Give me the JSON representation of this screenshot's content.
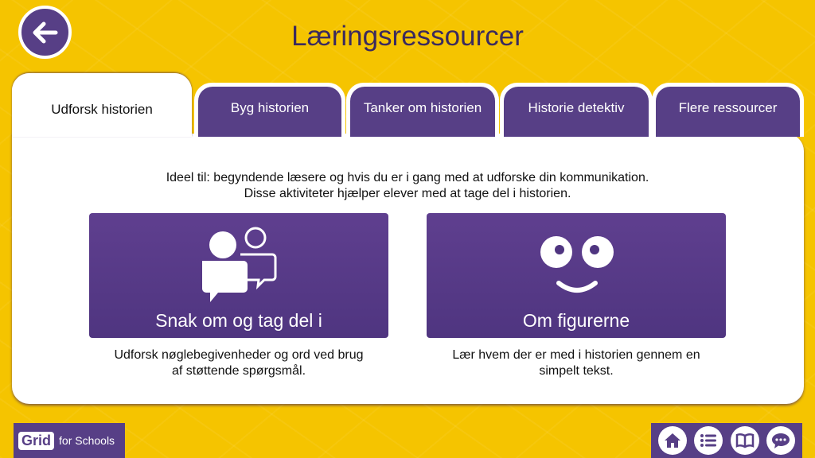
{
  "header": {
    "title": "Læringsressourcer",
    "back_icon": "arrow-left-icon"
  },
  "tabs": [
    {
      "label": "Udforsk historien",
      "active": true
    },
    {
      "label": "Byg historien"
    },
    {
      "label": "Tanker om historien"
    },
    {
      "label": "Historie detektiv"
    },
    {
      "label": "Flere ressourcer"
    }
  ],
  "intro": {
    "line1": "Ideel til: begyndende læsere og hvis du er i gang med at udforske din kommunikation.",
    "line2": "Disse aktiviteter hjælper elever med at tage del i historien."
  },
  "cards": [
    {
      "label": "Snak om og tag del i",
      "icon": "people-chat-icon",
      "desc1": "Udforsk nøglebegivenheder og ord ved brug",
      "desc2": "af støttende spørgsmål."
    },
    {
      "label": "Om figurerne",
      "icon": "smiley-face-icon",
      "desc1": "Lær hvem der er med i historien gennem en",
      "desc2": "simpelt tekst."
    }
  ],
  "logo": {
    "grid": "Grid",
    "suffix": "for Schools"
  },
  "colors": {
    "background": "#f5c400",
    "purple": "#573f86"
  }
}
